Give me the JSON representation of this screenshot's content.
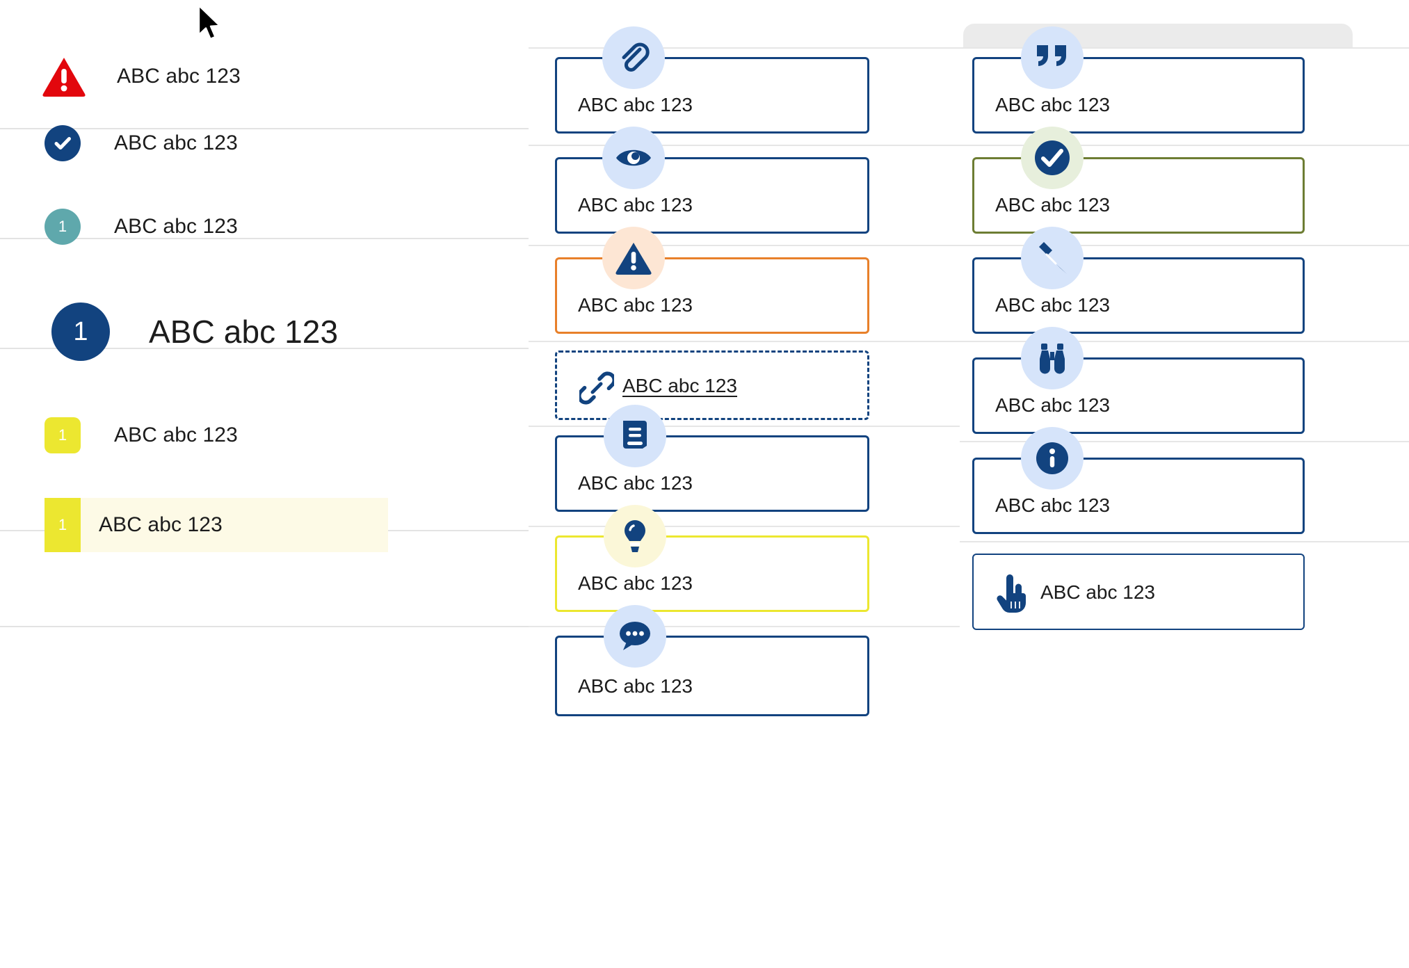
{
  "sample_text": "ABC abc 123",
  "colors": {
    "navy": "#12437f",
    "danger_red": "#e2070d",
    "teal": "#5fa8ac",
    "yellow": "#ece730",
    "yellow_bg": "#fdfae6",
    "warn_orange": "#e8802a",
    "success_olive": "#6d7d33",
    "icon_bubble_blue": "#d6e4fa",
    "icon_bubble_green": "#e7efdc",
    "icon_bubble_peach": "#fde6d4",
    "icon_bubble_pale_yellow": "#fbf7d8",
    "divider_grey": "#e3e3e3",
    "panel_grey": "#ebebeb"
  },
  "left_column": {
    "rows": [
      {
        "id": "danger-row",
        "icon": "warning-triangle-icon",
        "label": "ABC abc 123",
        "badge_text": ""
      },
      {
        "id": "success-row",
        "icon": "check-circle-icon",
        "label": "ABC abc 123",
        "badge_text": ""
      },
      {
        "id": "teal-count-row",
        "icon": "number-badge-teal",
        "label": "ABC abc 123",
        "badge_text": "1"
      },
      {
        "id": "navy-count-row",
        "icon": "number-badge-navy",
        "label": "ABC abc 123",
        "badge_text": "1"
      },
      {
        "id": "yellow-count-row",
        "icon": "number-badge-yellow",
        "label": "ABC abc 123",
        "badge_text": "1"
      },
      {
        "id": "highlighted-row",
        "icon": "number-chip-yellow",
        "label": "ABC abc 123",
        "badge_text": "1"
      }
    ]
  },
  "middle_column": {
    "cards": [
      {
        "id": "attachment-card",
        "icon": "paperclip-icon",
        "label": "ABC abc 123",
        "style": "default"
      },
      {
        "id": "visibility-card",
        "icon": "eye-icon",
        "label": "ABC abc 123",
        "style": "default"
      },
      {
        "id": "warning-card",
        "icon": "warning-circle-icon",
        "label": "ABC abc 123",
        "style": "warning"
      },
      {
        "id": "link-card",
        "icon": "link-chain-icon",
        "label": "ABC abc 123",
        "style": "dashed-link"
      },
      {
        "id": "reference-card",
        "icon": "book-icon",
        "label": "ABC abc 123",
        "style": "default"
      },
      {
        "id": "tip-card",
        "icon": "lightbulb-icon",
        "label": "ABC abc 123",
        "style": "tip"
      },
      {
        "id": "comment-card",
        "icon": "chat-bubble-icon",
        "label": "ABC abc 123",
        "style": "default"
      }
    ]
  },
  "right_column": {
    "cards": [
      {
        "id": "quote-card",
        "icon": "quote-icon",
        "label": "ABC abc 123",
        "style": "default"
      },
      {
        "id": "success-card",
        "icon": "check-circle-icon",
        "label": "ABC abc 123",
        "style": "success"
      },
      {
        "id": "edit-card",
        "icon": "pencil-icon",
        "label": "ABC abc 123",
        "style": "default"
      },
      {
        "id": "explore-card",
        "icon": "binoculars-icon",
        "label": "ABC abc 123",
        "style": "default"
      },
      {
        "id": "info-card",
        "icon": "info-circle-icon",
        "label": "ABC abc 123",
        "style": "default"
      },
      {
        "id": "action-card",
        "icon": "pointing-hand-icon",
        "label": "ABC abc 123",
        "style": "inline-icon"
      }
    ]
  },
  "cursor": {
    "type": "arrow-pointer"
  }
}
